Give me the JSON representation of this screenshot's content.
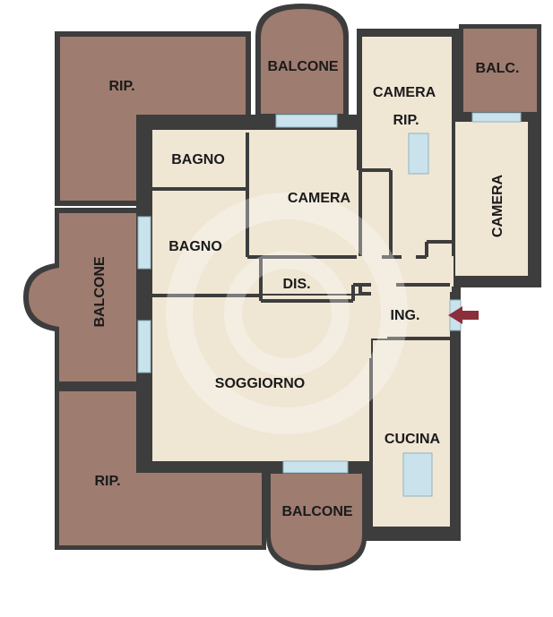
{
  "plan": {
    "rooms": [
      {
        "id": "rip_top",
        "label": "RIP."
      },
      {
        "id": "balcone_top",
        "label": "BALCONE"
      },
      {
        "id": "camera_rip",
        "label": "CAMERA\nRIP."
      },
      {
        "id": "balc_right",
        "label": "BALC."
      },
      {
        "id": "bagno_top",
        "label": "BAGNO"
      },
      {
        "id": "camera_mid",
        "label": "CAMERA"
      },
      {
        "id": "camera_right",
        "label": "CAMERA"
      },
      {
        "id": "bagno_mid",
        "label": "BAGNO"
      },
      {
        "id": "balcone_left",
        "label": "BALCONE"
      },
      {
        "id": "dis",
        "label": "DIS."
      },
      {
        "id": "ing",
        "label": "ING."
      },
      {
        "id": "soggiorno",
        "label": "SOGGIORNO"
      },
      {
        "id": "cucina",
        "label": "CUCINA"
      },
      {
        "id": "rip_bottom",
        "label": "RIP."
      },
      {
        "id": "balcone_bottom",
        "label": "BALCONE"
      }
    ],
    "colors": {
      "wall": "#3d3d3d",
      "exterior": "#9e7c6f",
      "interior": "#efe6d4",
      "window": "#c9e2ec",
      "entrance_arrow": "#8b2e3b"
    }
  }
}
